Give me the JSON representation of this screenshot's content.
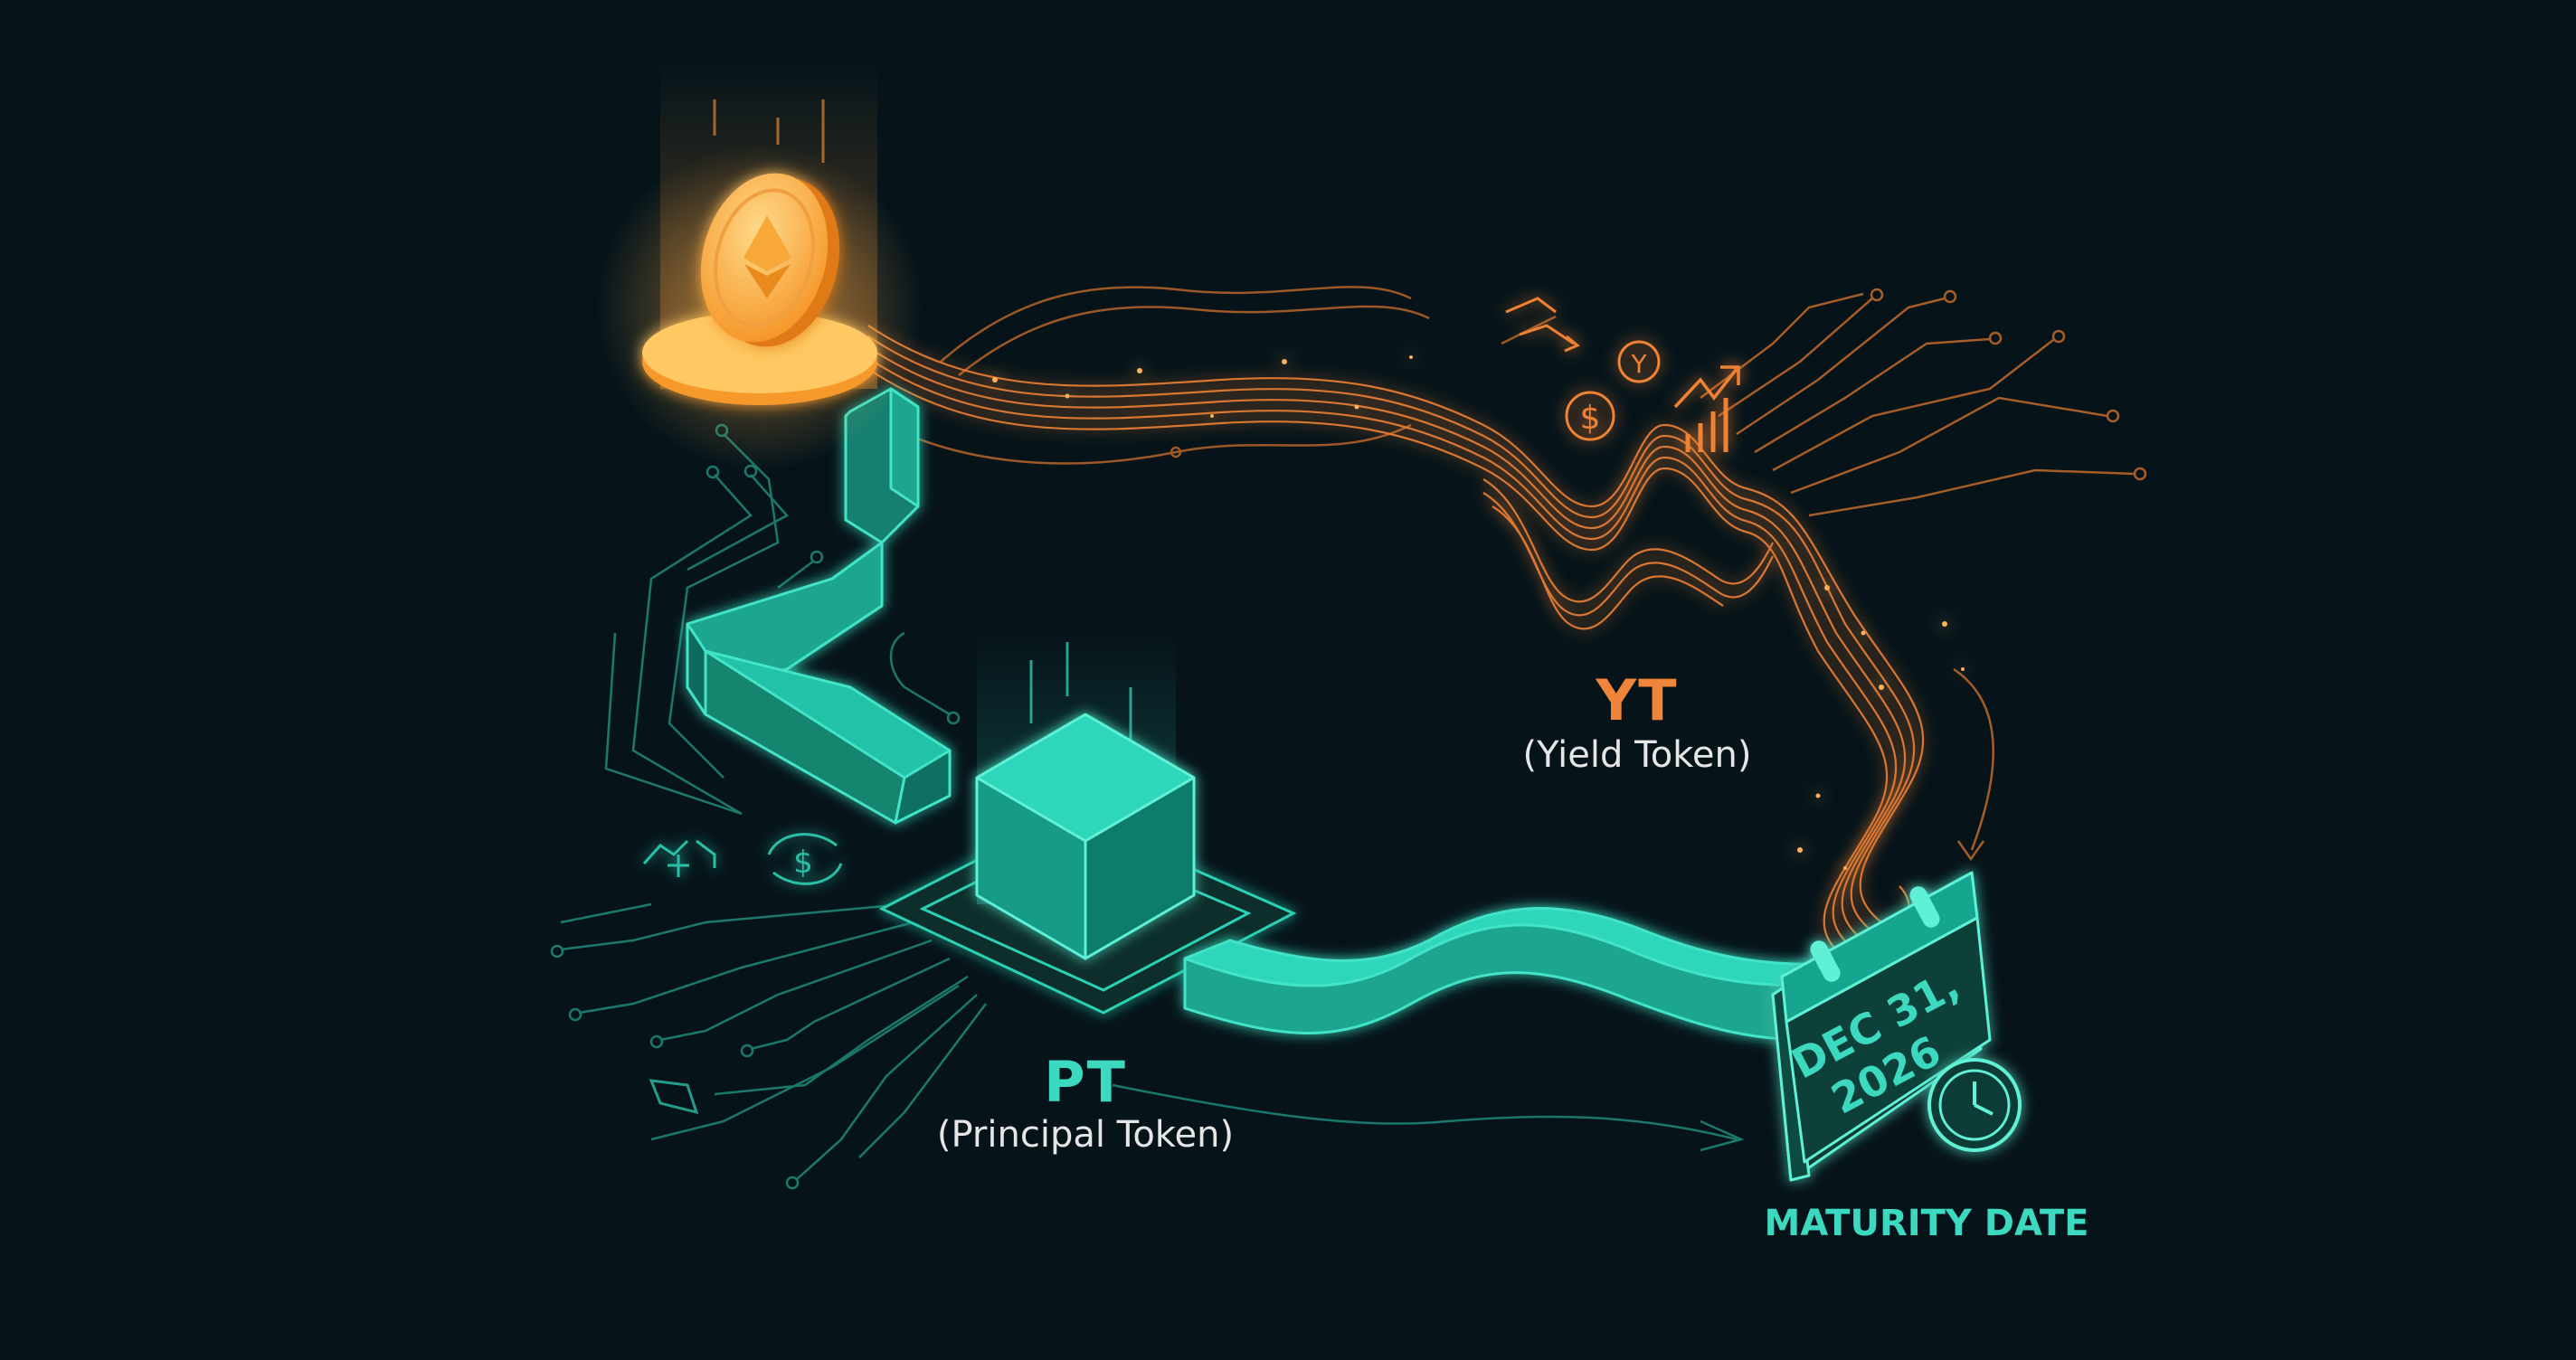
{
  "yield_token": {
    "title": "YT",
    "subtitle": "(Yield Token)"
  },
  "principal_token": {
    "title": "PT",
    "subtitle": "(Principal Token)"
  },
  "maturity": {
    "label": "MATURITY DATE",
    "date_line1": "DEC 31,",
    "date_line2": "2026"
  },
  "icons": [
    "ethereum-coin-icon",
    "cube-icon",
    "calendar-icon",
    "clock-icon",
    "dollar-coin-icon",
    "yen-coin-icon",
    "trend-up-icon",
    "bar-chart-icon",
    "swap-arrows-icon",
    "dollar-cycle-icon"
  ],
  "colors": {
    "background": "#06141a",
    "yield_orange": "#f0843a",
    "principal_teal": "#3cd8bf",
    "coin_gold": "#ffb547"
  }
}
